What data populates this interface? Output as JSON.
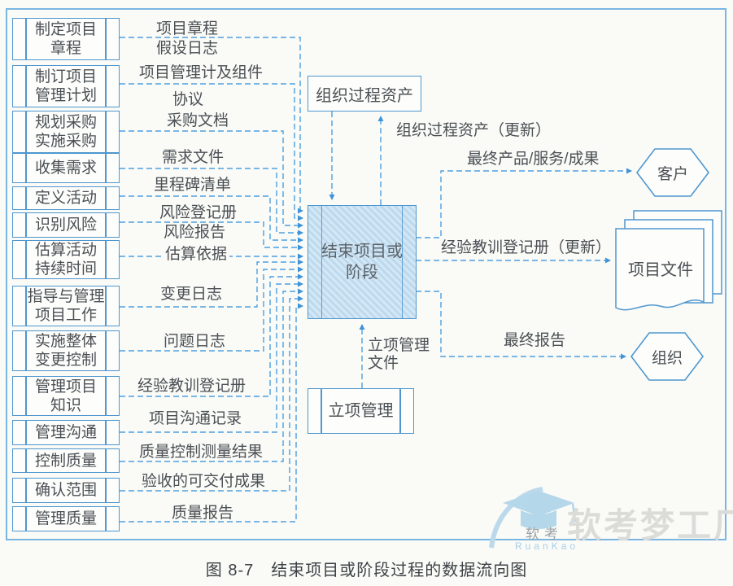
{
  "figure": {
    "caption": "图 8-7　结束项目或阶段过程的数据流向图",
    "colors": {
      "line_blue": "#4da0e0",
      "box_border": "#4e97cf",
      "process_fill": "#c5dff1",
      "text_gray": "#4b5055",
      "watermark_gray": "#dbdbd8",
      "watermark_blue": "#b5d7ea"
    }
  },
  "central_process": {
    "label": "结束项目或\n阶段"
  },
  "top_asset_box": {
    "label": "组织过程资产"
  },
  "initiation_box": {
    "label": "立项管理"
  },
  "entities": {
    "customer": "客户",
    "organization": "组织",
    "documents": "项目文件"
  },
  "processes": [
    "制定项目\n章程",
    "制订项目\n管理计划",
    "规划采购\n实施采购",
    "收集需求",
    "定义活动",
    "识别风险",
    "估算活动\n持续时间",
    "指导与管理\n项目工作",
    "实施整体\n变更控制",
    "管理项目\n知识",
    "管理沟通",
    "控制质量",
    "确认范围",
    "管理质量"
  ],
  "input_labels": [
    "项目章程",
    "假设日志",
    "项目管理计及组件",
    "协议",
    "采购文档",
    "需求文件",
    "里程碑清单",
    "风险登记册",
    "风险报告",
    "估算依据",
    "变更日志",
    "问题日志",
    "经验教训登记册",
    "项目沟通记录",
    "质量控制测量结果",
    "验收的可交付成果",
    "质量报告"
  ],
  "output_labels": {
    "opa_update": "组织过程资产（更新）",
    "final_product": "最终产品/服务/成果",
    "lessons_update": "经验教训登记册（更新）",
    "final_report": "最终报告",
    "initiation_docs": "立项管理\n文件"
  },
  "watermark": {
    "brand_large": "软考梦工厂",
    "brand_small": "软考",
    "brand_latin": "RuanKao"
  }
}
